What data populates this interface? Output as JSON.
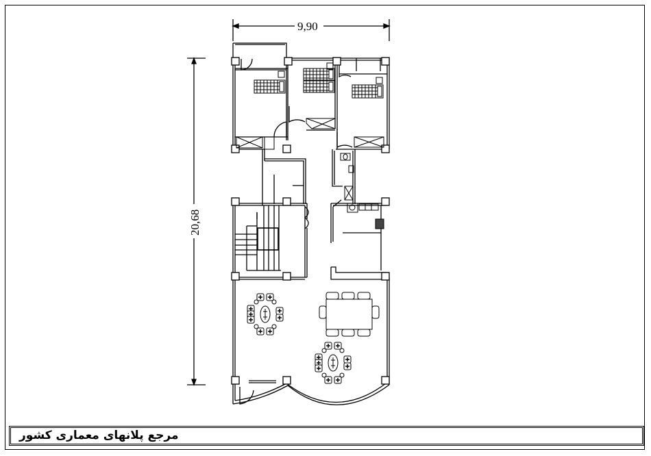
{
  "drawing": {
    "width_dimension": "9,90",
    "length_dimension": "20,68"
  },
  "title_block": {
    "text": "مرجع پلانهای معماری کشور"
  },
  "colors": {
    "line": "#000000",
    "background": "#ffffff"
  }
}
